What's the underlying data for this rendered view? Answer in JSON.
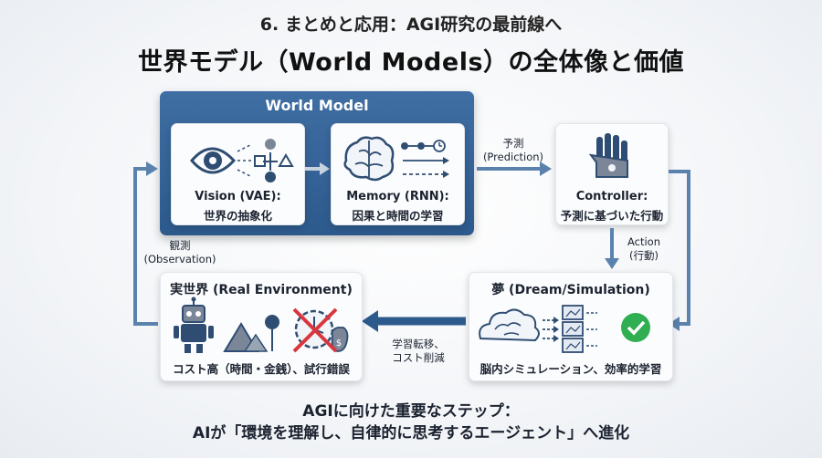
{
  "header": {
    "subtitle": "6. まとめと応用：AGI研究の最前線へ",
    "title": "世界モデル（World Models）の全体像と価値"
  },
  "world_model": {
    "title": "World Model",
    "vision": {
      "line1": "Vision (VAE):",
      "line2": "世界の抽象化"
    },
    "memory": {
      "line1": "Memory (RNN):",
      "line2": "因果と時間の学習"
    }
  },
  "controller": {
    "line1": "Controller:",
    "line2": "予測に基づいた行動"
  },
  "dream": {
    "title": "夢 (Dream/Simulation)",
    "caption": "脳内シミュレーション、効率的学習"
  },
  "real_env": {
    "title": "実世界 (Real Environment)",
    "caption": "コスト高（時間・金銭）、試行錯誤"
  },
  "arrows": {
    "prediction": {
      "line1": "予測",
      "line2": "(Prediction)"
    },
    "action": {
      "line1": "Action",
      "line2": "(行動)"
    },
    "transfer": {
      "line1": "学習転移、",
      "line2": "コスト削減"
    },
    "observation": {
      "line1": "観測",
      "line2": "(Observation)"
    }
  },
  "footer": {
    "line1": "AGIに向けた重要なステップ：",
    "line2": "AIが「環境を理解し、自律的に思考するエージェント」へ進化"
  },
  "colors": {
    "frame_blue": "#2d5a8d",
    "arrow_blue": "#5b82ad",
    "icon_navy": "#2f4d72",
    "check_green": "#2fae52",
    "cross_red": "#d9363e"
  }
}
